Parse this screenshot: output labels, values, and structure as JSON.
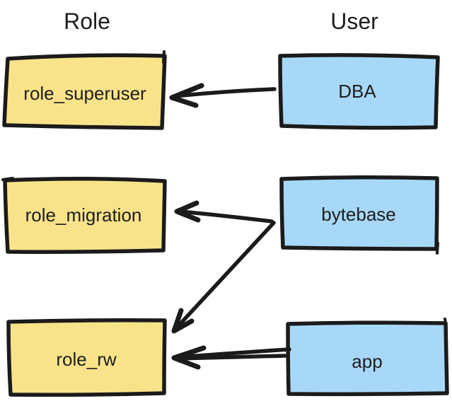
{
  "diagram": {
    "columns": [
      {
        "title": "Role",
        "items": [
          {
            "label": "role_superuser"
          },
          {
            "label": "role_migration"
          },
          {
            "label": "role_rw"
          }
        ]
      },
      {
        "title": "User",
        "items": [
          {
            "label": "DBA"
          },
          {
            "label": "bytebase"
          },
          {
            "label": "app"
          }
        ]
      }
    ],
    "edges": [
      {
        "from": "DBA",
        "to": "role_superuser"
      },
      {
        "from": "bytebase",
        "to": "role_migration"
      },
      {
        "from": "bytebase",
        "to": "role_rw"
      },
      {
        "from": "app",
        "to": "role_rw"
      }
    ],
    "colors": {
      "role_fill": "#f9e38a",
      "user_fill": "#a8d8f8",
      "stroke": "#1b1b1b",
      "text": "#1e1e1e",
      "background": "#ffffff"
    }
  }
}
